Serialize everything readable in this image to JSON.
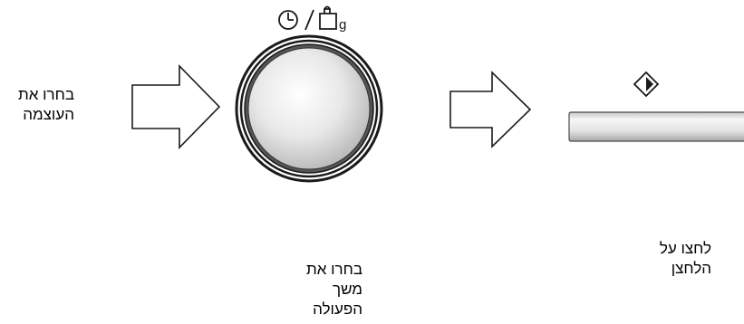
{
  "steps": {
    "power": {
      "label": "בחרו את\nהעוצמה"
    },
    "duration": {
      "label": "בחרו את\nמשך\nהפעולה"
    },
    "start": {
      "label": "לחצו על\nהלחצן"
    }
  },
  "icons": {
    "dial_top": "timer-weight-icon",
    "start": "start-diamond-icon",
    "weight_unit": "g"
  },
  "colors": {
    "stroke": "#1a1a1a",
    "knob_light": "#ffffff",
    "knob_mid": "#e4e4e4",
    "knob_dark": "#a9a9a9",
    "bar_light": "#f4f4f4",
    "bar_dark": "#b5b5b5"
  }
}
